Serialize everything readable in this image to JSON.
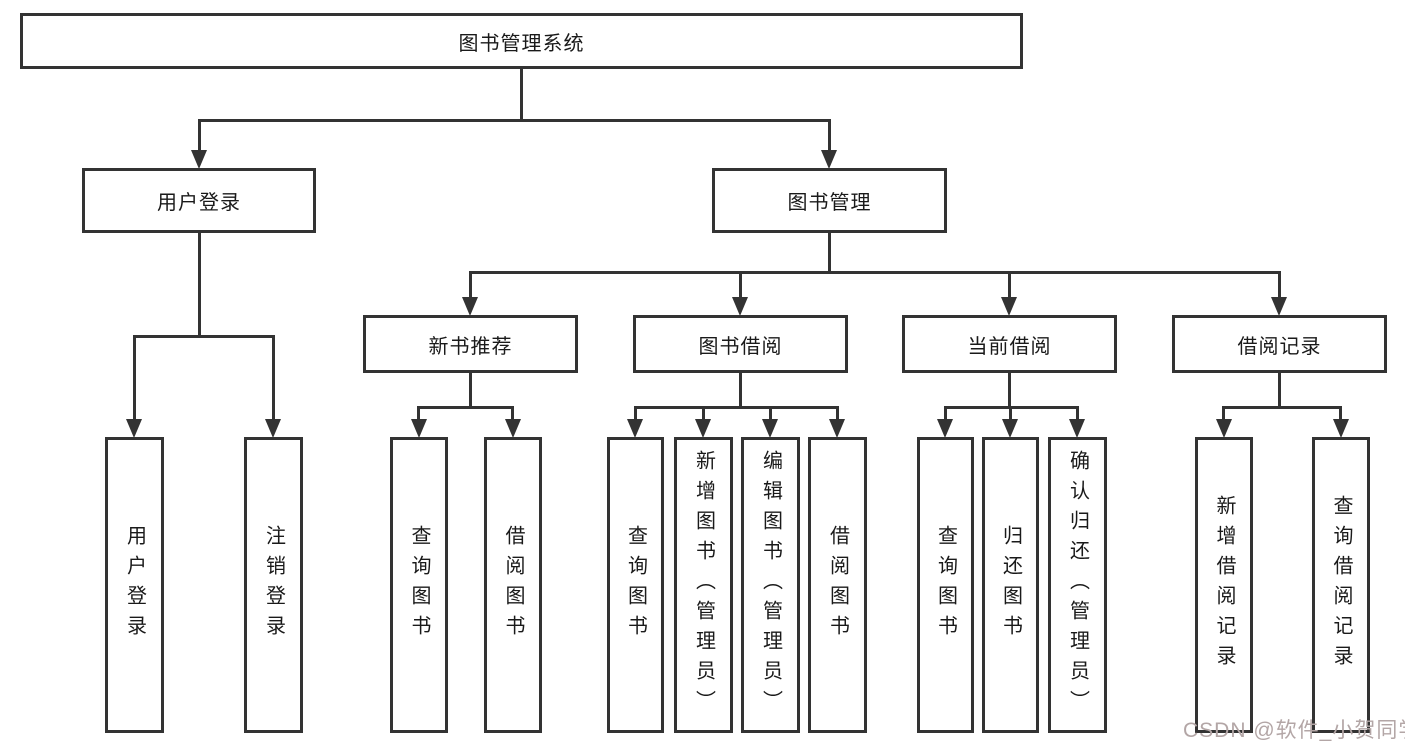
{
  "colors": {
    "line": "#333333",
    "text": "#1a1a1a",
    "box_background": "#ffffff",
    "watermark": "#b3a6a6"
  },
  "watermark": {
    "text": "CSDN @软件_小贺同学"
  },
  "tree": {
    "label": "图书管理系统",
    "children": [
      {
        "label": "用户登录",
        "children": [
          {
            "label": "用户登录"
          },
          {
            "label": "注销登录"
          }
        ]
      },
      {
        "label": "图书管理",
        "children": [
          {
            "label": "新书推荐",
            "children": [
              {
                "label": "查询图书"
              },
              {
                "label": "借阅图书"
              }
            ]
          },
          {
            "label": "图书借阅",
            "children": [
              {
                "label": "查询图书"
              },
              {
                "label": "新增图书（管理员）"
              },
              {
                "label": "编辑图书（管理员）"
              },
              {
                "label": "借阅图书"
              }
            ]
          },
          {
            "label": "当前借阅",
            "children": [
              {
                "label": "查询图书"
              },
              {
                "label": "归还图书"
              },
              {
                "label": "确认归还（管理员）"
              }
            ]
          },
          {
            "label": "借阅记录",
            "children": [
              {
                "label": "新增借阅记录"
              },
              {
                "label": "查询借阅记录"
              }
            ]
          }
        ]
      }
    ]
  }
}
